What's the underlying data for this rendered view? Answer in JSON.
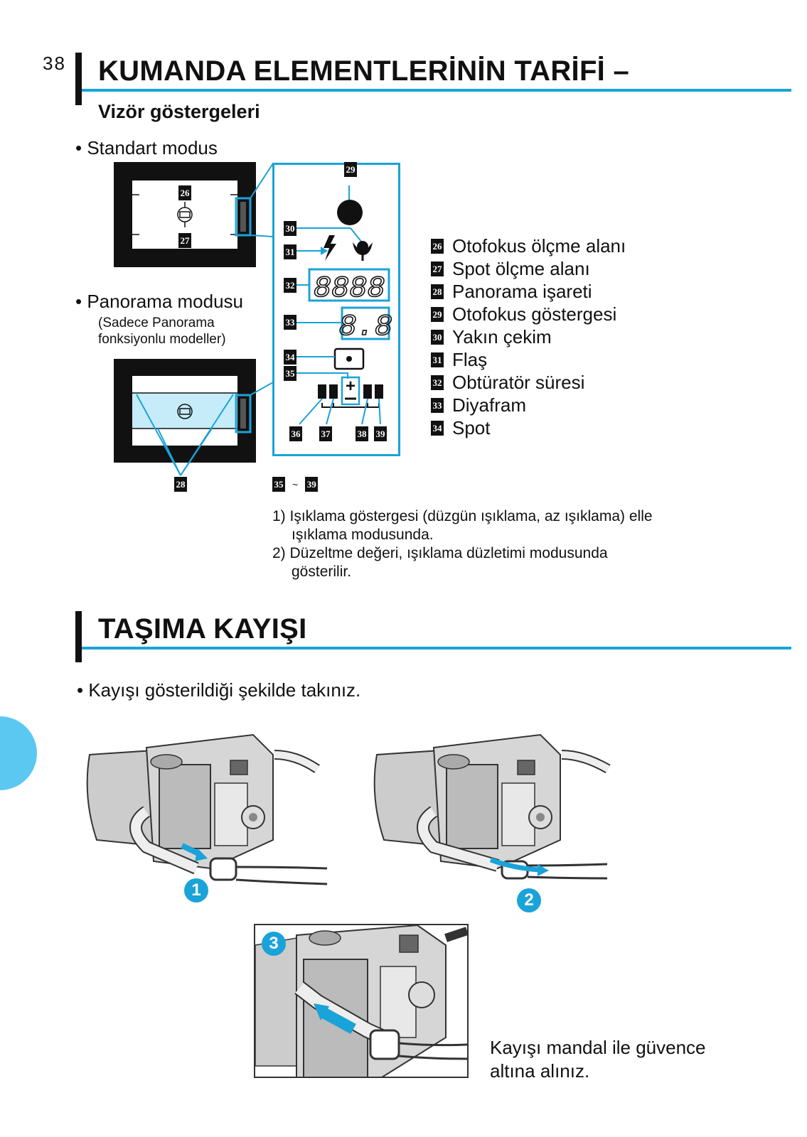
{
  "page_number": "38",
  "section1": {
    "title": "KUMANDA ELEMENTLERİNİN TARİFİ –",
    "subtitle": "Vizör göstergeleri",
    "standard_mode": "Standart modus",
    "panorama_mode": "Panorama modusu",
    "panorama_note_line1": "(Sadece Panorama",
    "panorama_note_line2": "fonksiyonlu modeller)"
  },
  "labels": {
    "n26": "26",
    "n27": "27",
    "n28": "28",
    "n29": "29",
    "n30": "30",
    "n31": "31",
    "n32": "32",
    "n33": "33",
    "n34": "34",
    "n35": "35",
    "n36": "36",
    "n37": "37",
    "n38": "38",
    "n39": "39",
    "tilde": "~"
  },
  "display": {
    "shutter": "8888",
    "aperture": "8.8",
    "plus": "+",
    "minus": "–"
  },
  "legend": [
    {
      "num": "26",
      "text": "Otofokus ölçme alanı"
    },
    {
      "num": "27",
      "text": "Spot ölçme alanı"
    },
    {
      "num": "28",
      "text": "Panorama işareti"
    },
    {
      "num": "29",
      "text": "Otofokus göstergesi"
    },
    {
      "num": "30",
      "text": "Yakın çekim"
    },
    {
      "num": "31",
      "text": "Flaş"
    },
    {
      "num": "32",
      "text": "Obtüratör süresi"
    },
    {
      "num": "33",
      "text": "Diyafram"
    },
    {
      "num": "34",
      "text": "Spot"
    }
  ],
  "notes": {
    "n1a": "1) Işıklama göstergesi (düzgün ışıklama, az ışıklama) elle",
    "n1b": "ışıklama modusunda.",
    "n2a": "2) Düzeltme değeri, ışıklama düzletimi modusunda",
    "n2b": "gösterilir."
  },
  "section2": {
    "title": "TAŞIMA KAYIŞI",
    "instruction": "Kayışı gösterildiği şekilde takınız.",
    "step1": "1",
    "step2": "2",
    "step3": "3",
    "caption1": "Kayışı mandal ile güvence",
    "caption2": "altına alınız."
  },
  "colors": {
    "accent": "#1aa3d9",
    "tab": "#5bc8f2",
    "panorama_fill": "#c6ecfa"
  }
}
